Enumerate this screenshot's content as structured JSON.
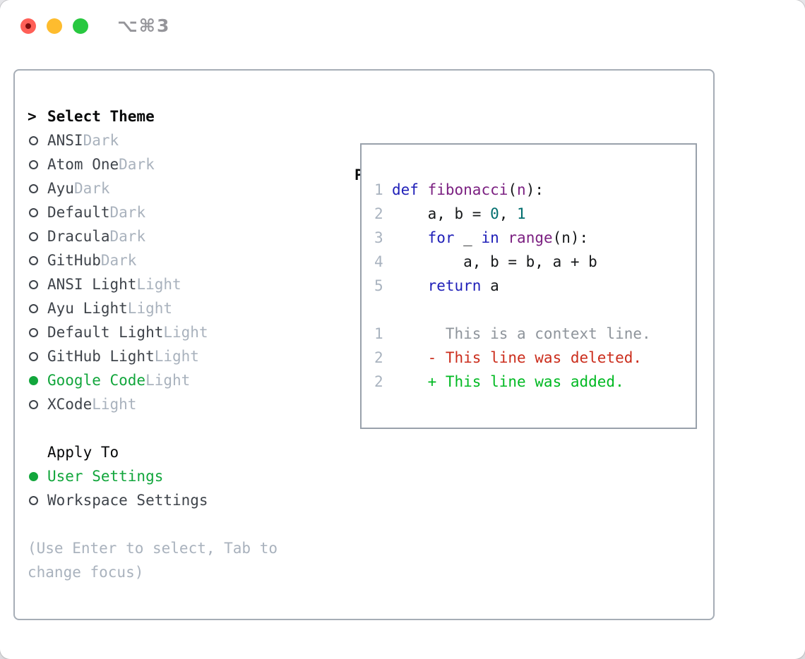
{
  "window": {
    "title": "⌥⌘3",
    "traffic_lights": [
      "close",
      "minimize",
      "zoom"
    ]
  },
  "colors": {
    "selected_green": "#12a63c",
    "added_green": "#00b922",
    "deleted_red": "#cb2d1c",
    "keyword_blue": "#1f1fb8",
    "function_purple": "#7b2081",
    "literal_teal": "#006e6e",
    "muted_gray": "#a9b2bd",
    "gutter_gray": "#a9b3bf",
    "context_gray": "#8e949b",
    "panel_border": "#a6adb6",
    "traffic_red": "#ff5f57",
    "traffic_yellow": "#febc2e",
    "traffic_green": "#28c840"
  },
  "theme_panel": {
    "header": {
      "marker": ">",
      "label": "Select Theme"
    },
    "themes": [
      {
        "name": "ANSI",
        "variant": "Dark",
        "selected": false
      },
      {
        "name": "Atom One",
        "variant": "Dark",
        "selected": false
      },
      {
        "name": "Ayu",
        "variant": "Dark",
        "selected": false
      },
      {
        "name": "Default",
        "variant": "Dark",
        "selected": false
      },
      {
        "name": "Dracula",
        "variant": "Dark",
        "selected": false
      },
      {
        "name": "GitHub",
        "variant": "Dark",
        "selected": false
      },
      {
        "name": "ANSI Light",
        "variant": "Light",
        "selected": false
      },
      {
        "name": "Ayu Light",
        "variant": "Light",
        "selected": false
      },
      {
        "name": "Default Light",
        "variant": "Light",
        "selected": false
      },
      {
        "name": "GitHub Light",
        "variant": "Light",
        "selected": false
      },
      {
        "name": "Google Code",
        "variant": "Light",
        "selected": true
      },
      {
        "name": "XCode",
        "variant": "Light",
        "selected": false
      }
    ],
    "apply_to": {
      "label": "Apply To",
      "options": [
        {
          "name": "User Settings",
          "selected": true
        },
        {
          "name": "Workspace Settings",
          "selected": false
        }
      ]
    },
    "help": "(Use Enter to select, Tab to change focus)"
  },
  "preview": {
    "label": "Preview",
    "code_lines": [
      {
        "num": "1",
        "tokens": [
          [
            "def",
            "keyword"
          ],
          [
            " ",
            "plain"
          ],
          [
            "fibonacci",
            "function"
          ],
          [
            "(",
            "plain"
          ],
          [
            "n",
            "function"
          ],
          [
            "):",
            "plain"
          ]
        ]
      },
      {
        "num": "2",
        "tokens": [
          [
            "    a, b = ",
            "plain"
          ],
          [
            "0",
            "literal"
          ],
          [
            ", ",
            "plain"
          ],
          [
            "1",
            "literal"
          ]
        ]
      },
      {
        "num": "3",
        "tokens": [
          [
            "    ",
            "plain"
          ],
          [
            "for",
            "keyword"
          ],
          [
            " _ ",
            "plain"
          ],
          [
            "in",
            "keyword"
          ],
          [
            " ",
            "plain"
          ],
          [
            "range",
            "function"
          ],
          [
            "(n):",
            "plain"
          ]
        ]
      },
      {
        "num": "4",
        "tokens": [
          [
            "        a, b = b, a + b",
            "plain"
          ]
        ]
      },
      {
        "num": "5",
        "tokens": [
          [
            "    ",
            "plain"
          ],
          [
            "return",
            "keyword"
          ],
          [
            " a",
            "plain"
          ]
        ]
      }
    ],
    "diff_lines": [
      {
        "num": "1",
        "kind": "context",
        "text": "      This is a context line."
      },
      {
        "num": "2",
        "kind": "deleted",
        "text": "    - This line was deleted."
      },
      {
        "num": "2",
        "kind": "added",
        "text": "    + This line was added."
      }
    ]
  }
}
